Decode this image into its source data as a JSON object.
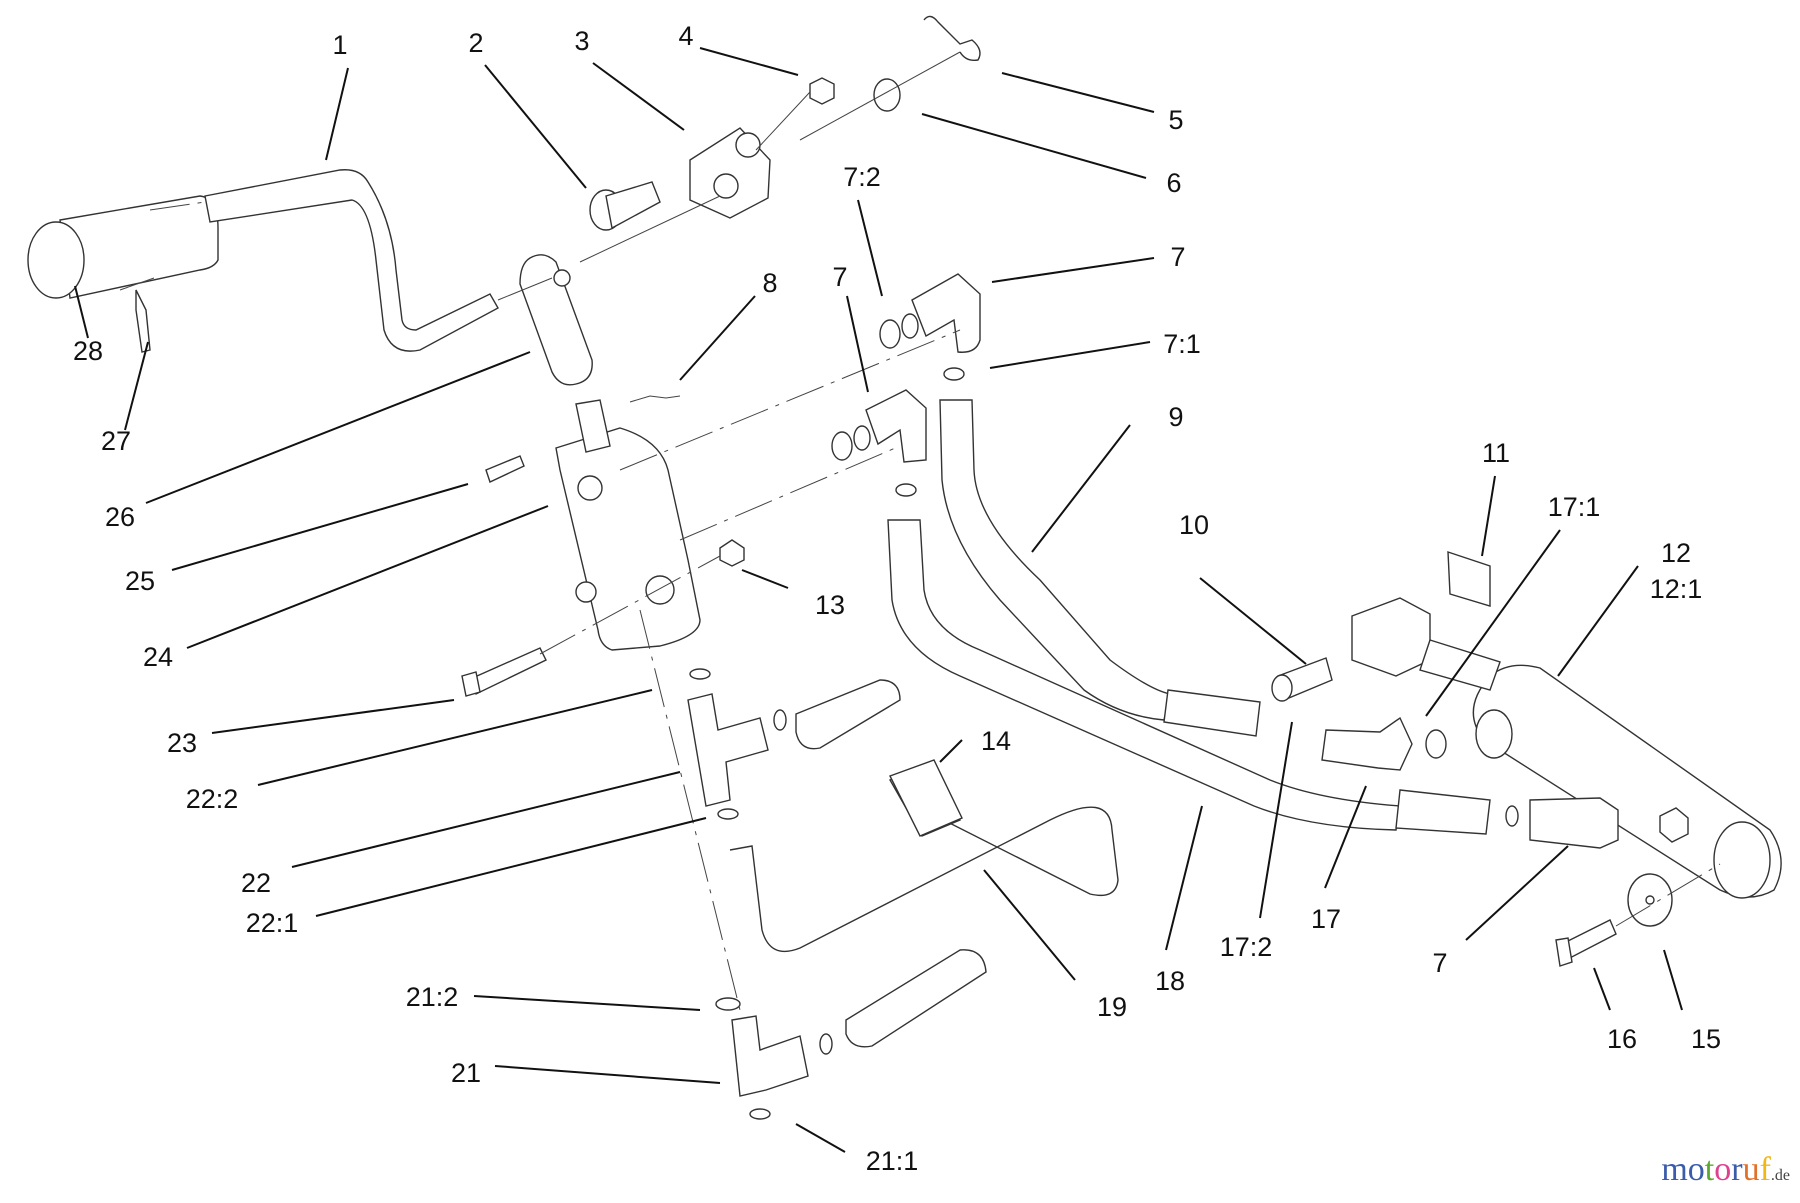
{
  "diagram": {
    "type": "exploded-parts-diagram",
    "subject": "hydraulic control lever and cylinder assembly",
    "callouts": [
      "1",
      "2",
      "3",
      "4",
      "5",
      "6",
      "7:2",
      "7",
      "7",
      "7:1",
      "8",
      "9",
      "10",
      "11",
      "17:1",
      "12",
      "12:1",
      "13",
      "14",
      "28",
      "27",
      "26",
      "25",
      "24",
      "23",
      "22:2",
      "22",
      "22:1",
      "21:2",
      "21",
      "21:1",
      "19",
      "18",
      "17:2",
      "17",
      "7",
      "16",
      "15"
    ]
  },
  "watermark": {
    "letters": [
      "m",
      "o",
      "t",
      "o",
      "r",
      "u",
      "f"
    ],
    "colors": [
      "#3b5bab",
      "#3b5bab",
      "#5aa832",
      "#e0418f",
      "#3b5bab",
      "#e2702a",
      "#f2b616"
    ],
    "suffix": ".de"
  }
}
